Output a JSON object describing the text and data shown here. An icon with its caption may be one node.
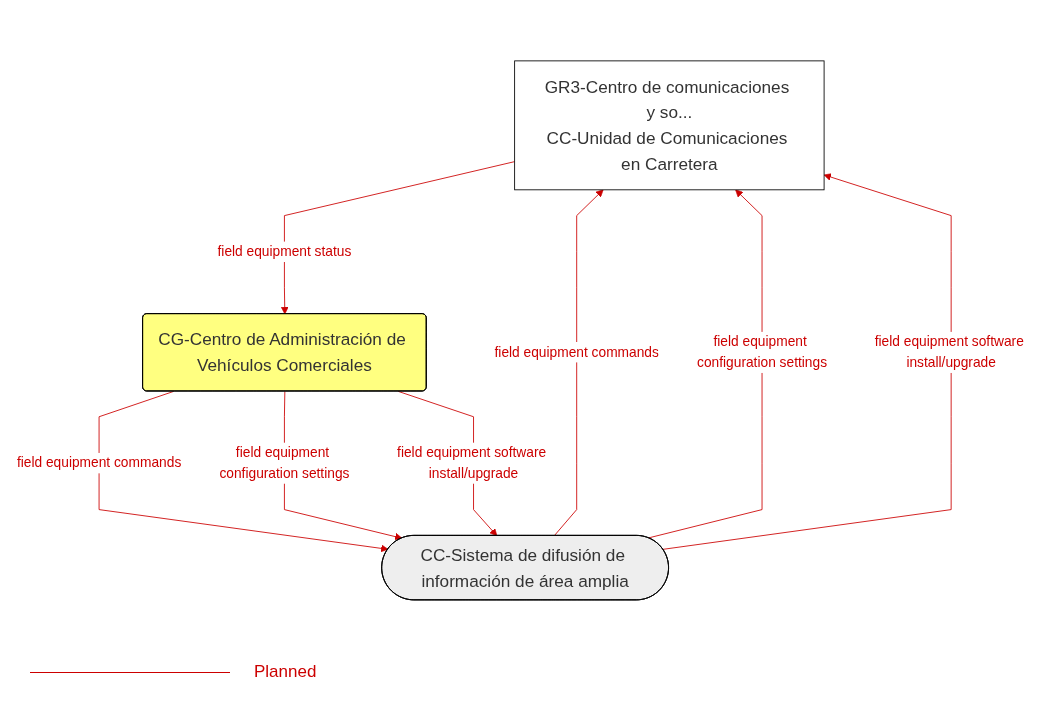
{
  "diagram": {
    "nodes": [
      {
        "text": [
          "GR3-Centro de comunicaciones y so...",
          "CC-Unidad de Comunicaciones en Carretera"
        ]
      },
      {
        "text": [
          "CG-Centro de Administración de Vehículos Comerciales"
        ]
      },
      {
        "text": [
          "CC-Sistema de difusión de información de área amplia"
        ]
      }
    ],
    "edges": [
      {
        "from": 2,
        "to": 0,
        "arrow": "to",
        "label": "field equipment commands"
      },
      {
        "from": 2,
        "to": 0,
        "arrow": "to",
        "label": "field equipment configuration settings"
      },
      {
        "from": 2,
        "to": 0,
        "arrow": "to",
        "label": "field equipment software install/upgrade"
      },
      {
        "from": 0,
        "to": 1,
        "arrow": "to",
        "label": "field equipment status"
      },
      {
        "from": 1,
        "to": 2,
        "arrow": "to",
        "label": "field equipment commands"
      },
      {
        "from": 1,
        "to": 2,
        "arrow": "to",
        "label": "field equipment configuration settings"
      },
      {
        "from": 1,
        "to": 2,
        "arrow": "to",
        "label": "field equipment software install/upgrade"
      }
    ],
    "legend": [
      {
        "text": "Planned"
      }
    ]
  }
}
